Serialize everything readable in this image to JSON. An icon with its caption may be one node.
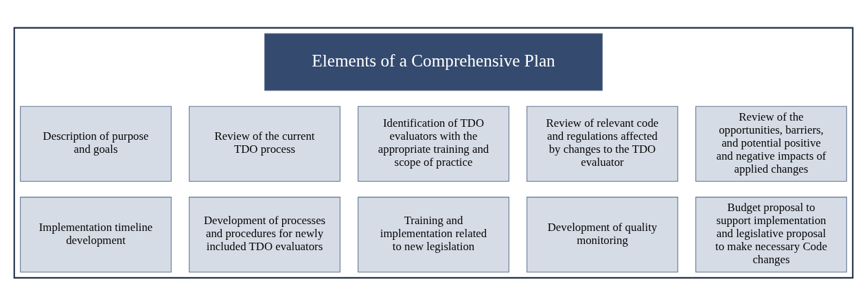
{
  "diagram": {
    "nodes": [
      {
        "text": [],
        "shape": "box"
      },
      {
        "text": [
          "Elements of a Comprehensive Plan"
        ],
        "in": 0
      },
      {
        "text": [
          "Description of purpose and goals"
        ],
        "in": 0
      },
      {
        "text": [
          "Review of the current TDO process"
        ],
        "in": 0
      },
      {
        "text": [
          "Identification of TDO evaluators with the appropriate training and scope of practice"
        ],
        "in": 0
      },
      {
        "text": [
          "Review of relevant code and regulations affected by changes to the TDO evaluator"
        ],
        "in": 0
      },
      {
        "text": [
          "Review of the opportunities, barriers, and potential positive and negative impacts of applied changes"
        ],
        "in": 0
      },
      {
        "text": [
          "Implementation timeline development"
        ],
        "in": 0
      },
      {
        "text": [
          "Development of processes and procedures for newly included TDO evaluators"
        ],
        "in": 0
      },
      {
        "text": [
          "Training and implementation related to new legislation"
        ],
        "in": 0
      },
      {
        "text": [
          "Development of quality monitoring"
        ],
        "in": 0
      },
      {
        "text": [
          "Budget proposal to support implementation and legislative proposal to make necessary Code changes"
        ],
        "in": 0
      }
    ],
    "edges": []
  }
}
